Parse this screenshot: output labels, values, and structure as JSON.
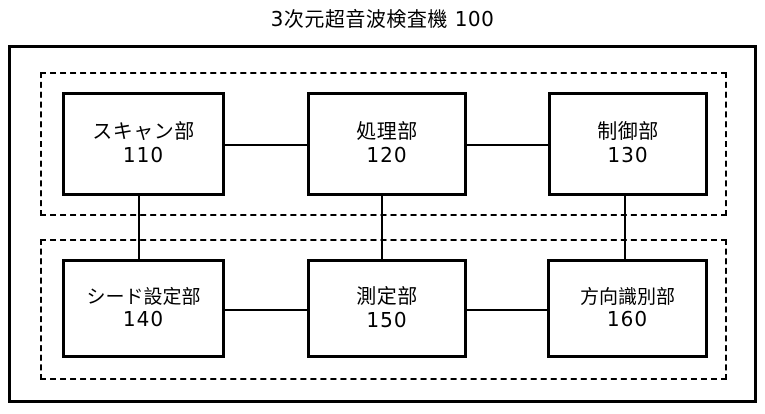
{
  "figure": {
    "title": "3次元超音波検査機 100",
    "apparatus_name": "3次元超音波検査機",
    "apparatus_number": "100"
  },
  "nodes": [
    {
      "id": "scan",
      "label": "スキャン部",
      "number": "110"
    },
    {
      "id": "process",
      "label": "処理部",
      "number": "120"
    },
    {
      "id": "control",
      "label": "制御部",
      "number": "130"
    },
    {
      "id": "seed",
      "label": "シード設定部",
      "number": "140"
    },
    {
      "id": "measure",
      "label": "測定部",
      "number": "150"
    },
    {
      "id": "direction",
      "label": "方向識別部",
      "number": "160"
    }
  ],
  "groups": [
    {
      "id": "upper",
      "style": "dashed"
    },
    {
      "id": "lower",
      "style": "dashed"
    }
  ],
  "connections": [
    {
      "from": "scan",
      "to": "process",
      "orientation": "horizontal"
    },
    {
      "from": "process",
      "to": "control",
      "orientation": "horizontal"
    },
    {
      "from": "seed",
      "to": "measure",
      "orientation": "horizontal"
    },
    {
      "from": "measure",
      "to": "direction",
      "orientation": "horizontal"
    },
    {
      "from": "scan",
      "to": "seed",
      "orientation": "vertical"
    },
    {
      "from": "process",
      "to": "measure",
      "orientation": "vertical"
    },
    {
      "from": "control",
      "to": "direction",
      "orientation": "vertical"
    }
  ],
  "colors": {
    "line": "#000000",
    "background": "#ffffff",
    "text": "#000000"
  }
}
